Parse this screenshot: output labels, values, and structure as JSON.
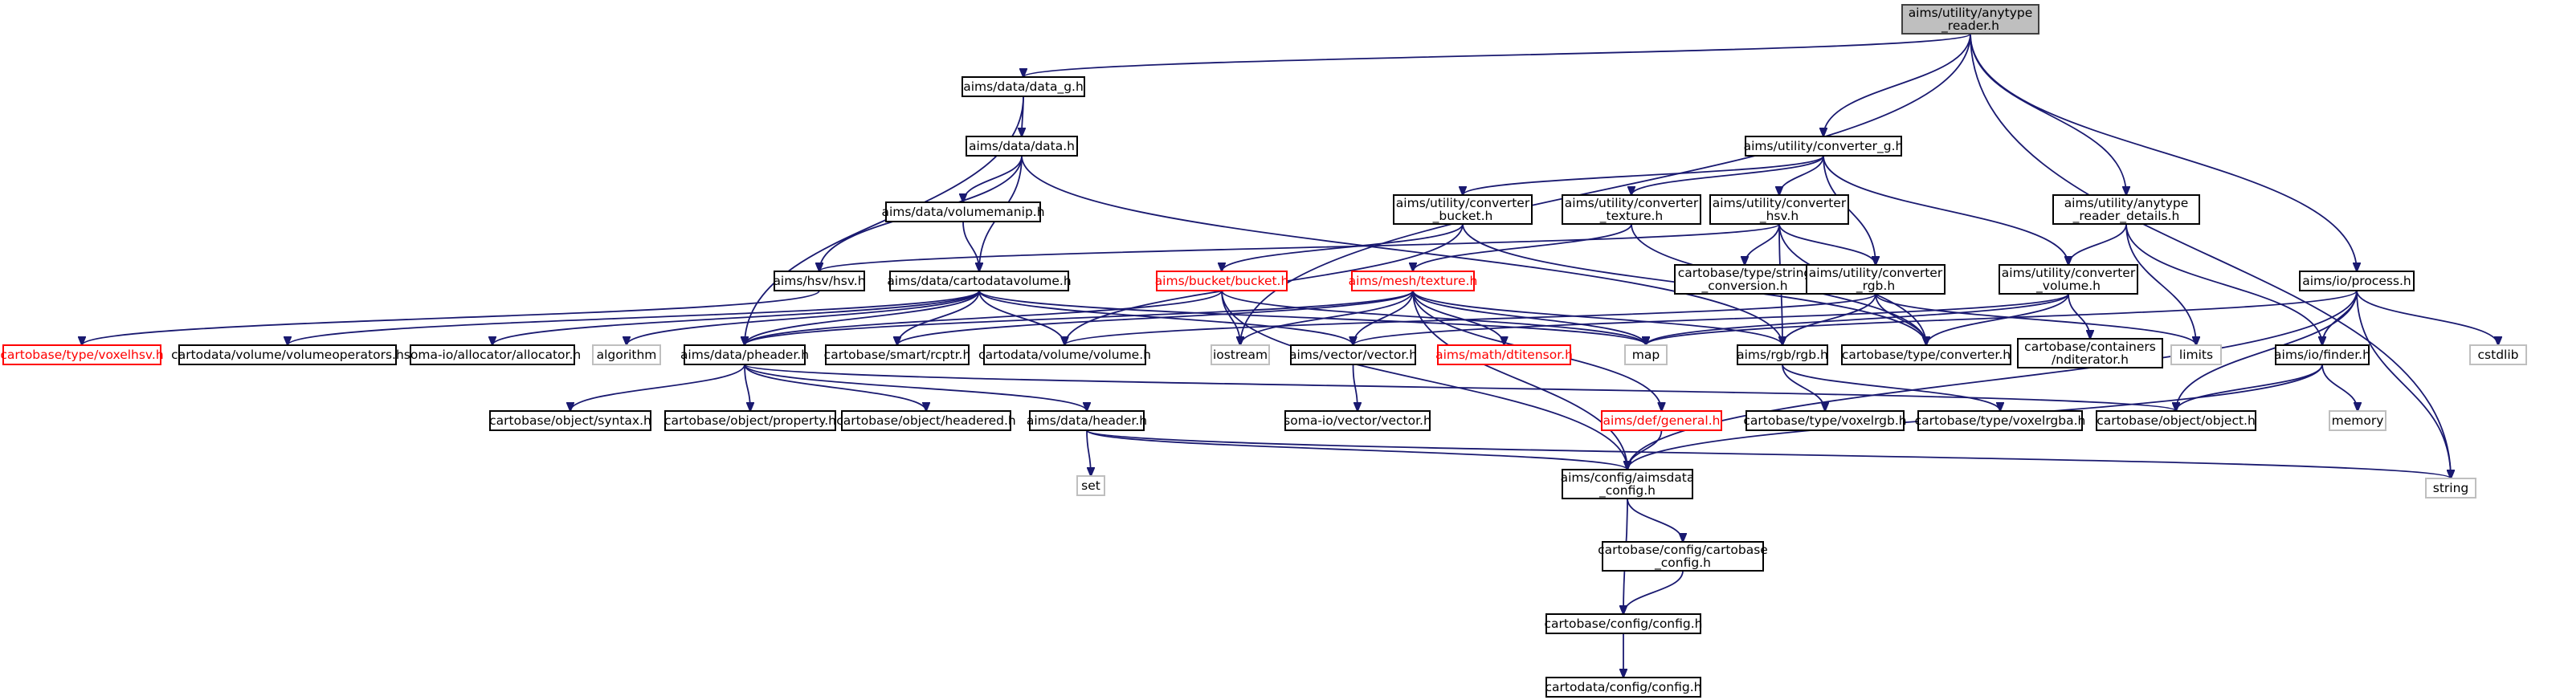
{
  "nodes": [
    {
      "id": "anytype_reader",
      "lines": [
        "aims/utility/anytype",
        "_reader.h"
      ],
      "style": "root"
    },
    {
      "id": "data_g",
      "lines": [
        "aims/data/data_g.h"
      ],
      "style": "normal"
    },
    {
      "id": "data",
      "lines": [
        "aims/data/data.h"
      ],
      "style": "normal"
    },
    {
      "id": "converter_g",
      "lines": [
        "aims/utility/converter_g.h"
      ],
      "style": "normal"
    },
    {
      "id": "volumemanip",
      "lines": [
        "aims/data/volumemanip.h"
      ],
      "style": "normal"
    },
    {
      "id": "conv_bucket",
      "lines": [
        "aims/utility/converter",
        "_bucket.h"
      ],
      "style": "normal"
    },
    {
      "id": "conv_texture",
      "lines": [
        "aims/utility/converter",
        "_texture.h"
      ],
      "style": "normal"
    },
    {
      "id": "conv_hsv",
      "lines": [
        "aims/utility/converter",
        "_hsv.h"
      ],
      "style": "normal"
    },
    {
      "id": "anytype_details",
      "lines": [
        "aims/utility/anytype",
        "_reader_details.h"
      ],
      "style": "normal"
    },
    {
      "id": "hsv",
      "lines": [
        "aims/hsv/hsv.h"
      ],
      "style": "normal"
    },
    {
      "id": "cartodatavolume",
      "lines": [
        "aims/data/cartodatavolume.h"
      ],
      "style": "normal"
    },
    {
      "id": "bucket",
      "lines": [
        "aims/bucket/bucket.h"
      ],
      "style": "red"
    },
    {
      "id": "texture",
      "lines": [
        "aims/mesh/texture.h"
      ],
      "style": "red"
    },
    {
      "id": "string_conv",
      "lines": [
        "cartobase/type/string",
        "_conversion.h"
      ],
      "style": "normal"
    },
    {
      "id": "conv_rgb",
      "lines": [
        "aims/utility/converter",
        "_rgb.h"
      ],
      "style": "normal"
    },
    {
      "id": "conv_volume",
      "lines": [
        "aims/utility/converter",
        "_volume.h"
      ],
      "style": "normal"
    },
    {
      "id": "process",
      "lines": [
        "aims/io/process.h"
      ],
      "style": "normal"
    },
    {
      "id": "voxelhsv",
      "lines": [
        "cartobase/type/voxelhsv.h"
      ],
      "style": "red"
    },
    {
      "id": "volumeoperators",
      "lines": [
        "cartodata/volume/volumeoperators.h"
      ],
      "style": "normal"
    },
    {
      "id": "allocator",
      "lines": [
        "soma-io/allocator/allocator.h"
      ],
      "style": "normal"
    },
    {
      "id": "algorithm",
      "lines": [
        "algorithm"
      ],
      "style": "grey"
    },
    {
      "id": "pheader",
      "lines": [
        "aims/data/pheader.h"
      ],
      "style": "normal"
    },
    {
      "id": "rcptr",
      "lines": [
        "cartobase/smart/rcptr.h"
      ],
      "style": "normal"
    },
    {
      "id": "cd_volume",
      "lines": [
        "cartodata/volume/volume.h"
      ],
      "style": "normal"
    },
    {
      "id": "iostream",
      "lines": [
        "iostream"
      ],
      "style": "grey"
    },
    {
      "id": "vector",
      "lines": [
        "aims/vector/vector.h"
      ],
      "style": "normal"
    },
    {
      "id": "dtitensor",
      "lines": [
        "aims/math/dtitensor.h"
      ],
      "style": "red"
    },
    {
      "id": "map",
      "lines": [
        "map"
      ],
      "style": "grey"
    },
    {
      "id": "rgb",
      "lines": [
        "aims/rgb/rgb.h"
      ],
      "style": "normal"
    },
    {
      "id": "converter",
      "lines": [
        "cartobase/type/converter.h"
      ],
      "style": "normal"
    },
    {
      "id": "nditerator",
      "lines": [
        "cartobase/containers",
        "/nditerator.h"
      ],
      "style": "normal"
    },
    {
      "id": "limits",
      "lines": [
        "limits"
      ],
      "style": "grey"
    },
    {
      "id": "finder",
      "lines": [
        "aims/io/finder.h"
      ],
      "style": "normal"
    },
    {
      "id": "cstdlib",
      "lines": [
        "cstdlib"
      ],
      "style": "grey"
    },
    {
      "id": "syntax",
      "lines": [
        "cartobase/object/syntax.h"
      ],
      "style": "normal"
    },
    {
      "id": "property",
      "lines": [
        "cartobase/object/property.h"
      ],
      "style": "normal"
    },
    {
      "id": "headered",
      "lines": [
        "cartobase/object/headered.h"
      ],
      "style": "normal"
    },
    {
      "id": "header",
      "lines": [
        "aims/data/header.h"
      ],
      "style": "normal"
    },
    {
      "id": "somaio_vector",
      "lines": [
        "soma-io/vector/vector.h"
      ],
      "style": "normal"
    },
    {
      "id": "general",
      "lines": [
        "aims/def/general.h"
      ],
      "style": "red"
    },
    {
      "id": "voxelrgb",
      "lines": [
        "cartobase/type/voxelrgb.h"
      ],
      "style": "normal"
    },
    {
      "id": "voxelrgba",
      "lines": [
        "cartobase/type/voxelrgba.h"
      ],
      "style": "normal"
    },
    {
      "id": "object",
      "lines": [
        "cartobase/object/object.h"
      ],
      "style": "normal"
    },
    {
      "id": "memory",
      "lines": [
        "memory"
      ],
      "style": "grey"
    },
    {
      "id": "set",
      "lines": [
        "set"
      ],
      "style": "grey"
    },
    {
      "id": "aimsdata_config",
      "lines": [
        "aims/config/aimsdata",
        "_config.h"
      ],
      "style": "normal"
    },
    {
      "id": "string",
      "lines": [
        "string"
      ],
      "style": "grey"
    },
    {
      "id": "cartobase_config",
      "lines": [
        "cartobase/config/cartobase",
        "_config.h"
      ],
      "style": "normal"
    },
    {
      "id": "cb_config",
      "lines": [
        "cartobase/config/config.h"
      ],
      "style": "normal"
    },
    {
      "id": "cd_config",
      "lines": [
        "cartodata/config/config.h"
      ],
      "style": "normal"
    }
  ],
  "edges": [
    [
      "anytype_reader",
      "data_g"
    ],
    [
      "anytype_reader",
      "converter_g"
    ],
    [
      "anytype_reader",
      "anytype_details"
    ],
    [
      "anytype_reader",
      "process"
    ],
    [
      "anytype_reader",
      "iostream"
    ],
    [
      "anytype_reader",
      "string"
    ],
    [
      "data_g",
      "data"
    ],
    [
      "data_g",
      "pheader"
    ],
    [
      "data",
      "hsv"
    ],
    [
      "data",
      "volumemanip"
    ],
    [
      "data",
      "cartodatavolume"
    ],
    [
      "data",
      "rgb"
    ],
    [
      "volumemanip",
      "cartodatavolume"
    ],
    [
      "converter_g",
      "conv_bucket"
    ],
    [
      "converter_g",
      "conv_texture"
    ],
    [
      "converter_g",
      "conv_hsv"
    ],
    [
      "converter_g",
      "conv_rgb"
    ],
    [
      "converter_g",
      "conv_volume"
    ],
    [
      "conv_bucket",
      "bucket"
    ],
    [
      "conv_bucket",
      "converter"
    ],
    [
      "conv_bucket",
      "cd_volume"
    ],
    [
      "conv_texture",
      "texture"
    ],
    [
      "conv_texture",
      "converter"
    ],
    [
      "conv_hsv",
      "hsv"
    ],
    [
      "conv_hsv",
      "string_conv"
    ],
    [
      "conv_hsv",
      "conv_rgb"
    ],
    [
      "conv_hsv",
      "rgb"
    ],
    [
      "conv_hsv",
      "converter"
    ],
    [
      "conv_rgb",
      "rgb"
    ],
    [
      "conv_rgb",
      "converter"
    ],
    [
      "conv_rgb",
      "cd_volume"
    ],
    [
      "conv_rgb",
      "limits"
    ],
    [
      "conv_volume",
      "converter"
    ],
    [
      "conv_volume",
      "nditerator"
    ],
    [
      "conv_volume",
      "map"
    ],
    [
      "conv_volume",
      "vector"
    ],
    [
      "anytype_details",
      "conv_volume"
    ],
    [
      "anytype_details",
      "finder"
    ],
    [
      "anytype_details",
      "limits"
    ],
    [
      "process",
      "finder"
    ],
    [
      "process",
      "object"
    ],
    [
      "process",
      "cstdlib"
    ],
    [
      "process",
      "string"
    ],
    [
      "process",
      "aimsdata_config"
    ],
    [
      "process",
      "map"
    ],
    [
      "hsv",
      "voxelhsv"
    ],
    [
      "cartodatavolume",
      "volumeoperators"
    ],
    [
      "cartodatavolume",
      "allocator"
    ],
    [
      "cartodatavolume",
      "algorithm"
    ],
    [
      "cartodatavolume",
      "pheader"
    ],
    [
      "cartodatavolume",
      "rcptr"
    ],
    [
      "cartodatavolume",
      "cd_volume"
    ],
    [
      "cartodatavolume",
      "vector"
    ],
    [
      "cartodatavolume",
      "map"
    ],
    [
      "bucket",
      "pheader"
    ],
    [
      "bucket",
      "iostream"
    ],
    [
      "bucket",
      "aimsdata_config"
    ],
    [
      "bucket",
      "map"
    ],
    [
      "texture",
      "pheader"
    ],
    [
      "texture",
      "vector"
    ],
    [
      "texture",
      "dtitensor"
    ],
    [
      "texture",
      "general"
    ],
    [
      "texture",
      "rgb"
    ],
    [
      "texture",
      "aimsdata_config"
    ],
    [
      "texture",
      "iostream"
    ],
    [
      "texture",
      "rcptr"
    ],
    [
      "texture",
      "map"
    ],
    [
      "pheader",
      "syntax"
    ],
    [
      "pheader",
      "property"
    ],
    [
      "pheader",
      "headered"
    ],
    [
      "pheader",
      "header"
    ],
    [
      "pheader",
      "object"
    ],
    [
      "vector",
      "somaio_vector"
    ],
    [
      "rgb",
      "voxelrgb"
    ],
    [
      "rgb",
      "voxelrgba"
    ],
    [
      "finder",
      "object"
    ],
    [
      "finder",
      "memory"
    ],
    [
      "finder",
      "aimsdata_config"
    ],
    [
      "header",
      "set"
    ],
    [
      "header",
      "aimsdata_config"
    ],
    [
      "header",
      "string"
    ],
    [
      "general",
      "aimsdata_config"
    ],
    [
      "aimsdata_config",
      "cartobase_config"
    ],
    [
      "aimsdata_config",
      "cb_config"
    ],
    [
      "cartobase_config",
      "cb_config"
    ],
    [
      "cb_config",
      "cd_config"
    ]
  ]
}
